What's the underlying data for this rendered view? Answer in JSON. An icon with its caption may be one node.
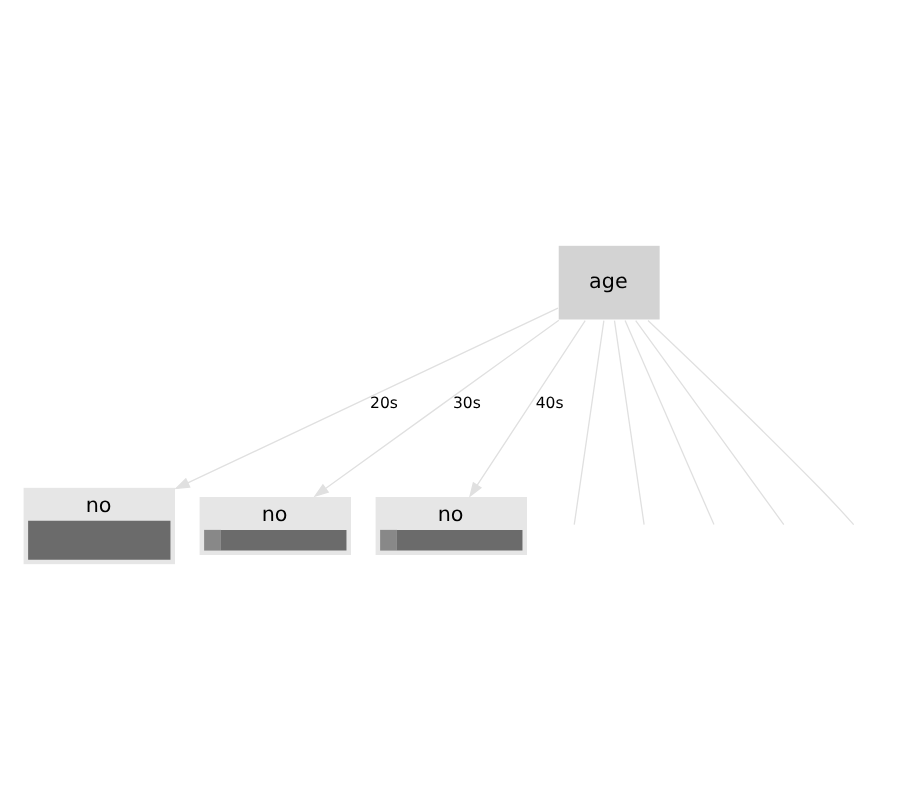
{
  "diagram": {
    "nodes": [
      {
        "text": [
          "age"
        ]
      },
      {
        "text": [
          "no"
        ]
      },
      {
        "text": [
          "no"
        ]
      },
      {
        "text": [
          "no"
        ]
      }
    ],
    "edges": [
      {
        "from": 0,
        "to": 1,
        "arrow": "to",
        "label": "20s"
      },
      {
        "from": 0,
        "to": 2,
        "arrow": "to",
        "label": "30s"
      },
      {
        "from": 0,
        "to": 3,
        "arrow": "to",
        "label": "40s"
      },
      {
        "from": 0,
        "to": null,
        "arrow": "none"
      },
      {
        "from": 0,
        "to": null,
        "arrow": "none"
      },
      {
        "from": 0,
        "to": null,
        "arrow": "none"
      },
      {
        "from": 0,
        "to": null,
        "arrow": "none"
      },
      {
        "from": 0,
        "to": null,
        "arrow": "none"
      }
    ]
  }
}
